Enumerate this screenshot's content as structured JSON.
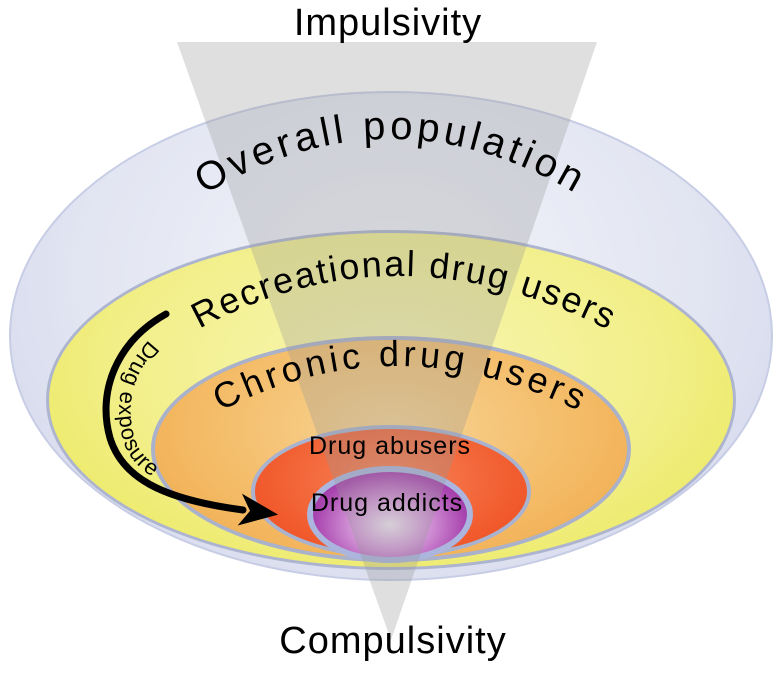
{
  "diagram": {
    "title_hint": "nested population ellipses funnel diagram",
    "vertical_axis": {
      "top_label": "Impulsivity",
      "bottom_label": "Compulsivity"
    },
    "arrow": {
      "label": "Drug exposure",
      "color": "#000000"
    },
    "rings": [
      {
        "label": "Overall population",
        "fill": "#dfe3f2",
        "border": "#c7cde5"
      },
      {
        "label": "Recreational drug users",
        "fill": "#eeeb72",
        "border": "#adb4cf"
      },
      {
        "label": "Chronic drug users",
        "fill": "#f3b35c",
        "border": "#a9b1cb"
      },
      {
        "label": "Drug abusers",
        "fill": "#f05c2e",
        "border": "#a9b2ce"
      },
      {
        "label": "Drug addicts",
        "fill": "#a844ae",
        "border": "#abb5dd"
      }
    ],
    "funnel_color": "#969696",
    "text_color": "#000000",
    "background_color": "#ffffff"
  }
}
